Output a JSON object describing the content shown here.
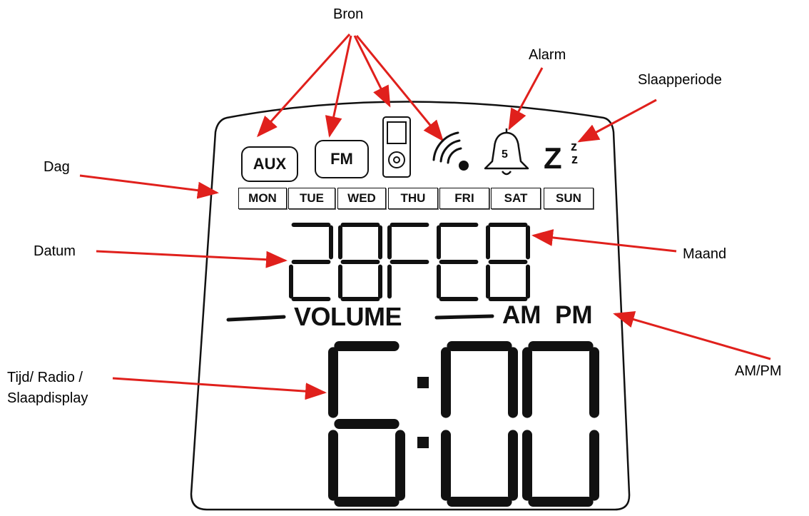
{
  "callouts": {
    "bron": "Bron",
    "alarm": "Alarm",
    "slaapperiode": "Slaapperiode",
    "dag": "Dag",
    "datum": "Datum",
    "maand": "Maand",
    "tijd_line1": "Tijd/ Radio /",
    "tijd_line2": "Slaapdisplay",
    "ampm": "AM/PM"
  },
  "display": {
    "source_aux": "AUX",
    "source_fm": "FM",
    "alarm_number": "5",
    "sleep_z_big": "Z",
    "sleep_z_small": "z",
    "days": [
      "MON",
      "TUE",
      "WED",
      "THU",
      "FRI",
      "SAT",
      "SUN"
    ],
    "date": "28FEB",
    "volume": "VOLUME",
    "am": "AM",
    "pm": "PM",
    "time": "6:00"
  },
  "colors": {
    "arrow": "#e0201c",
    "ink": "#111111"
  }
}
